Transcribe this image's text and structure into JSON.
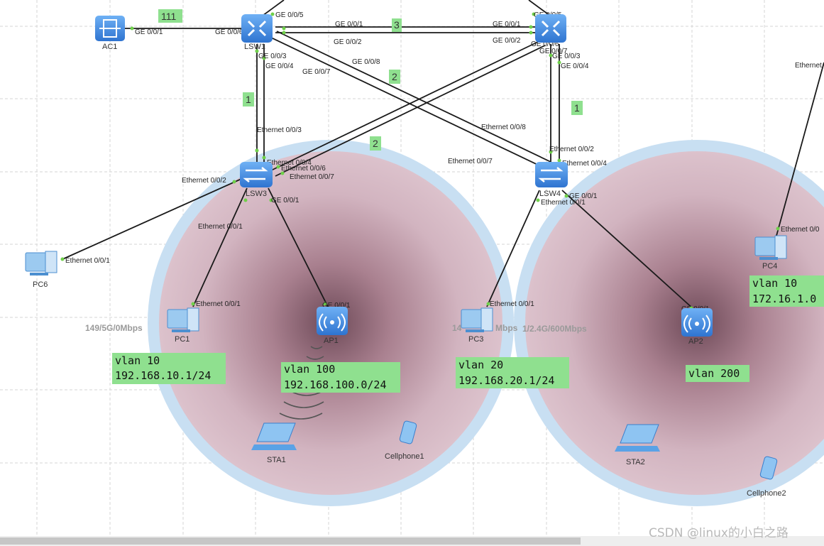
{
  "devices": {
    "ac1": "AC1",
    "lsw1": "LSW1",
    "lsw2": "",
    "lsw3": "LSW3",
    "lsw4": "LSW4",
    "pc1": "PC1",
    "pc3": "PC3",
    "pc4": "PC4",
    "pc6": "PC6",
    "ap1": "AP1",
    "ap2": "AP2",
    "sta1": "STA1",
    "sta2": "STA2",
    "cellphone1": "Cellphone1",
    "cellphone2": "Cellphone2"
  },
  "ports": {
    "ac1_ge001": "GE 0/0/1",
    "lsw1_ge006": "GE 0/0/6",
    "lsw1_ge005": "GE 0/0/5",
    "lsw1_ge001": "GE 0/0/1",
    "lsw1_ge002": "GE 0/0/2",
    "lsw1_ge003": "GE 0/0/3",
    "lsw1_ge004": "GE 0/0/4",
    "lsw1_ge007": "GE 0/0/7",
    "lsw1_ge008": "GE 0/0/8",
    "lsw2_ge005": "GE 0/0/5",
    "lsw2_ge001": "GE 0/0/1",
    "lsw2_ge002": "GE 0/0/2",
    "lsw2_ge006": "GE 0/0/6",
    "lsw2_ge007": "GE 0/0/7",
    "lsw2_ge003": "GE 0/0/3",
    "lsw2_ge004": "GE 0/0/4",
    "lsw3_eth003": "Ethernet 0/0/3",
    "lsw3_eth004": "Ethernet 0/0/4",
    "lsw3_eth006": "Ethernet 0/0/6",
    "lsw3_eth007": "Ethernet 0/0/7",
    "lsw3_eth002": "Ethernet 0/0/2",
    "lsw3_eth001": "Ethernet 0/0/1",
    "lsw3_ge001": "GE 0/0/1",
    "lsw4_eth008": "Ethernet 0/0/8",
    "lsw4_eth007": "Ethernet 0/0/7",
    "lsw4_eth002": "Ethernet 0/0/2",
    "lsw4_eth004": "Ethernet 0/0/4",
    "lsw4_ge001": "GE 0/0/1",
    "lsw4_eth001": "Ethernet 0/0/1",
    "pc6_eth001": "Ethernet 0/0/1",
    "pc1_eth001": "Ethernet 0/0/1",
    "pc3_eth001": "Ethernet 0/0/1",
    "ap1_ge001": "GE 0/0/1",
    "ap2_ge001": "GE 0/0/1",
    "pc4_eth": "Ethernet 0/0",
    "top_right_eth": "Ethernet"
  },
  "link_ids": {
    "ac1_link": "111",
    "lsw1_lsw2_top": "3",
    "cross_a": "2",
    "lsw1_lsw3": "1",
    "lsw2_lsw4": "1",
    "cross_b": "2"
  },
  "radio_rates": {
    "ap1": "149/5G/0Mbps",
    "ap1_overlap": "14",
    "ap1_overlap_tail": "Mbps",
    "ap2": "1/2.4G/600Mbps"
  },
  "vlan_tags": {
    "pc1": {
      "line1": "vlan 10",
      "line2": "192.168.10.1/24"
    },
    "ap1": {
      "line1": "vlan 100",
      "line2": "192.168.100.0/24"
    },
    "pc3": {
      "line1": "vlan 20",
      "line2": "192.168.20.1/24"
    },
    "ap2": {
      "line1": "vlan 200"
    },
    "pc4": {
      "line1": "vlan 10",
      "line2": "172.16.1.0"
    }
  },
  "watermark": "CSDN @linux的小白之路",
  "colors": {
    "switch": "#3a86e0",
    "tag_bg": "#8fe08f",
    "coverage_ring": "#c4ddf0",
    "coverage_fill": "#cfa8b6",
    "link": "#1a1a1a",
    "port_dot": "#6fd04a"
  },
  "icons": {
    "ac": "access-controller-icon",
    "core_switch": "core-switch-icon",
    "access_switch": "access-switch-icon",
    "pc": "pc-icon",
    "ap": "wireless-ap-icon",
    "sta": "laptop-icon",
    "cellphone": "cellphone-icon"
  }
}
